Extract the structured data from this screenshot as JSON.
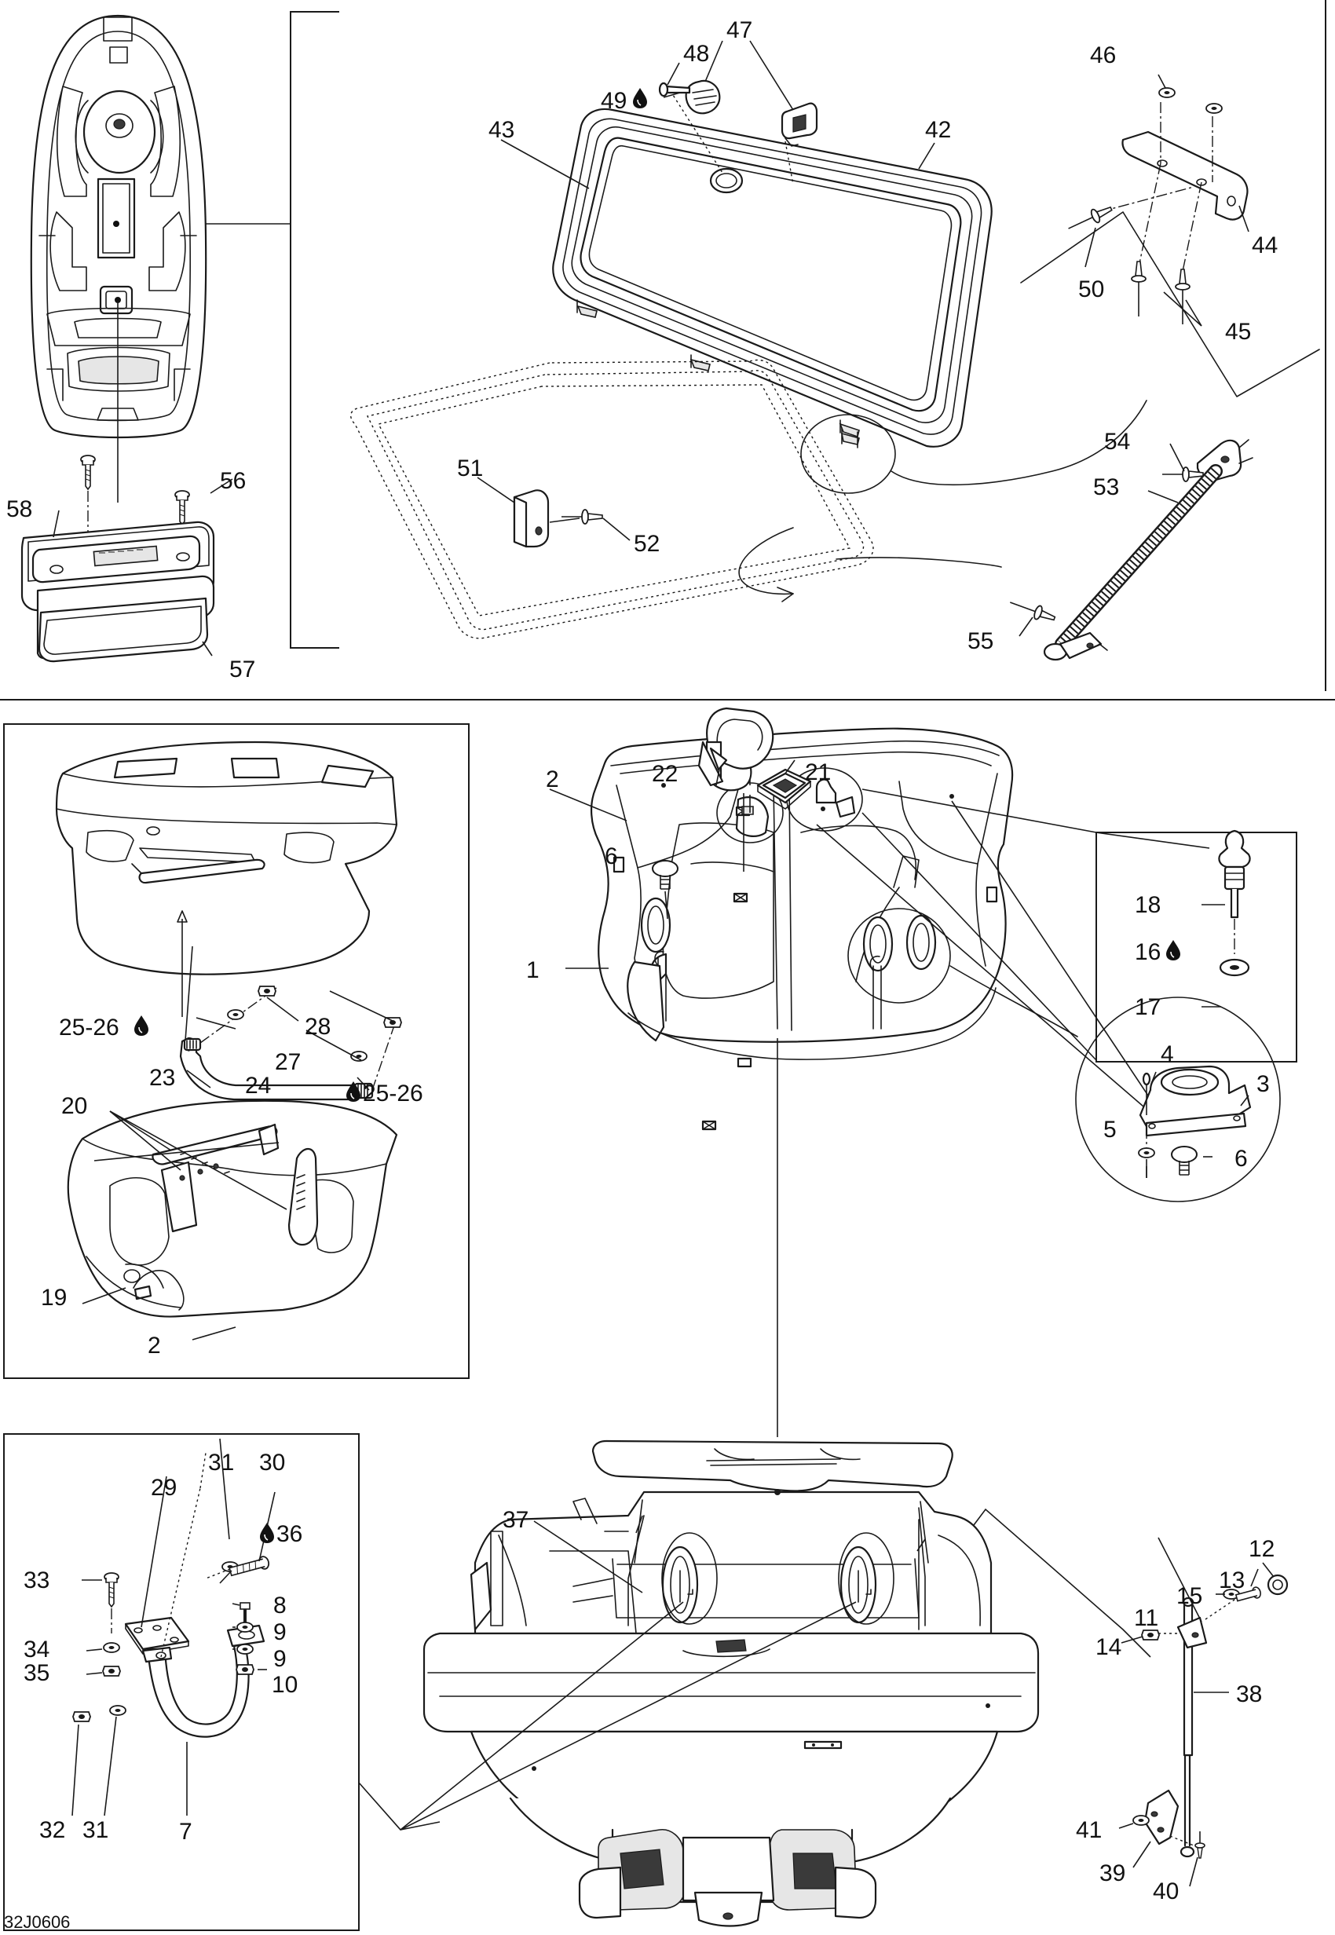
{
  "drawing_code": "32J0606",
  "callouts": {
    "c1": "1",
    "c2a": "2",
    "c2b": "2",
    "c3": "3",
    "c4": "4",
    "c5": "5",
    "c6a": "6",
    "c6b": "6",
    "c7": "7",
    "c8": "8",
    "c9a": "9",
    "c9b": "9",
    "c10": "10",
    "c11": "11",
    "c12": "12",
    "c13": "13",
    "c14": "14",
    "c15": "15",
    "c16": "16",
    "c17": "17",
    "c18": "18",
    "c19": "19",
    "c20": "20",
    "c21": "21",
    "c22": "22",
    "c23": "23",
    "c24": "24",
    "c2526a": "25-26",
    "c2526b": "25-26",
    "c27": "27",
    "c28": "28",
    "c29": "29",
    "c30": "30",
    "c31a": "31",
    "c31b": "31",
    "c32": "32",
    "c33": "33",
    "c34": "34",
    "c35": "35",
    "c36": "36",
    "c37": "37",
    "c38": "38",
    "c39": "39",
    "c40": "40",
    "c41": "41",
    "c42": "42",
    "c43": "43",
    "c44": "44",
    "c45": "45",
    "c46": "46",
    "c47": "47",
    "c48": "48",
    "c49": "49",
    "c50": "50",
    "c51": "51",
    "c52": "52",
    "c53": "53",
    "c54": "54",
    "c55": "55",
    "c56": "56",
    "c57": "57",
    "c58": "58"
  },
  "icons": {
    "adhesive": "drop-icon"
  }
}
